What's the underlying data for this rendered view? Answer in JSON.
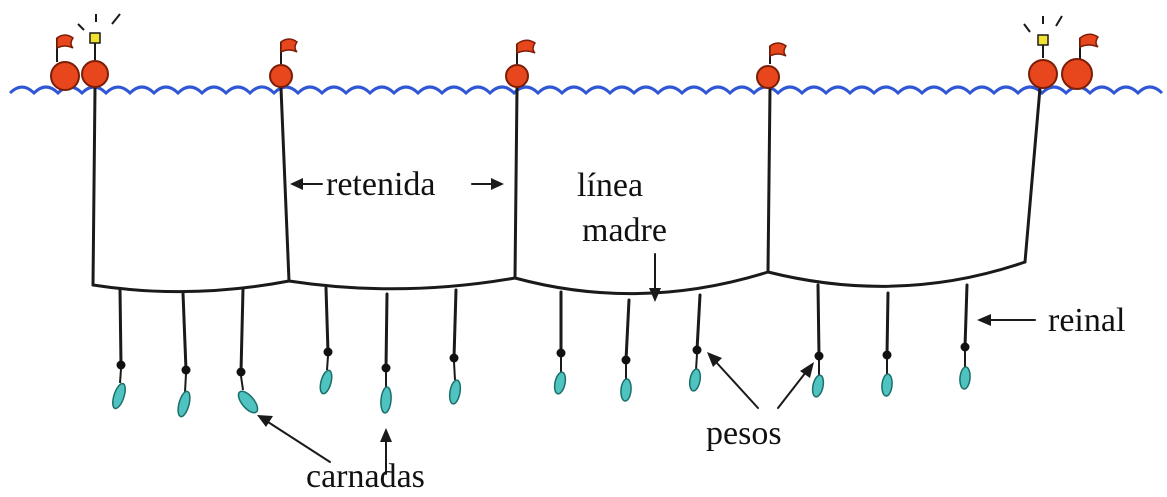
{
  "labels": {
    "retenida": "retenida",
    "linea": "línea",
    "madre": "madre",
    "reinal": "reinal",
    "pesos": "pesos",
    "carnadas": "carnadas"
  },
  "colors": {
    "water": "#2f56d6",
    "buoy": "#e8461c",
    "buoy_outline": "#7a1e08",
    "bait": "#4fc3c0",
    "bait_outline": "#1b6e6a",
    "light": "#f2e230",
    "line": "#1a1a1a"
  },
  "icons": {
    "buoy": "buoy-with-flag-icon",
    "beacon": "radio-beacon-icon",
    "bait": "bait-fish-icon",
    "weight": "weight-icon"
  }
}
